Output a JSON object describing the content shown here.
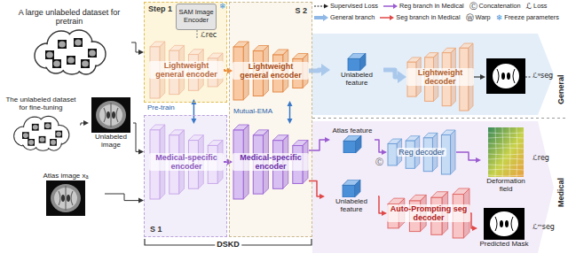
{
  "diagram": {
    "nodes": [
      {
        "text": [
          "Step 1"
        ]
      },
      {
        "text": [
          "SAM Image Encoder"
        ],
        "in": 0
      },
      {
        "text": [
          "Lightweight general encoder"
        ],
        "in": 0
      },
      {
        "text": [
          "S 1"
        ]
      },
      {
        "text": [
          "Medical-specific encoder"
        ],
        "in": 3
      },
      {
        "text": [
          "S 2"
        ]
      },
      {
        "text": [
          "Lightweight general encoder"
        ],
        "in": 5
      },
      {
        "text": [
          "Medical-specific encoder"
        ],
        "in": 5
      },
      {
        "text": [
          "Lightweight decoder"
        ]
      },
      {
        "text": [
          "Reg decoder"
        ]
      },
      {
        "text": [
          "Auto-Prompting seg decoder"
        ]
      },
      {
        "text": [
          "Unlabeled feature"
        ]
      },
      {
        "text": [
          "Atlas feature"
        ]
      },
      {
        "text": [
          "Unlabeled feature"
        ]
      },
      {
        "text": [
          "Deformation field"
        ]
      },
      {
        "text": [
          "Predicted Mask"
        ]
      },
      {
        "text": [
          "Unlabeled image"
        ]
      },
      {
        "text": [
          "Atlas image xₐ"
        ]
      },
      {
        "text": [
          "A large unlabeled dataset for pretrain"
        ]
      },
      {
        "text": [
          "The unlabeled dataset for fine-tuning"
        ]
      }
    ],
    "edges": [
      {
        "from": 18,
        "to": 0,
        "arrow": "to"
      },
      {
        "from": 19,
        "to": 16,
        "arrow": "to"
      },
      {
        "from": 16,
        "to": 3,
        "arrow": "to"
      },
      {
        "from": 17,
        "to": 3,
        "arrow": "to"
      },
      {
        "from": 2,
        "to": 4,
        "arrow": "both"
      },
      {
        "from": 6,
        "to": 7,
        "arrow": "both"
      },
      {
        "from": 2,
        "to": 6,
        "arrow": "to"
      },
      {
        "from": 4,
        "to": 7,
        "arrow": "to"
      },
      {
        "from": 6,
        "to": 11,
        "arrow": "to"
      },
      {
        "from": 11,
        "to": 8,
        "arrow": "to"
      },
      {
        "from": 7,
        "to": 12,
        "arrow": "to"
      },
      {
        "from": 7,
        "to": 13,
        "arrow": "to"
      },
      {
        "from": 12,
        "to": 9,
        "arrow": "to"
      },
      {
        "from": 13,
        "to": 10,
        "arrow": "to"
      },
      {
        "from": 9,
        "to": 14,
        "arrow": "to"
      },
      {
        "from": 10,
        "to": 15,
        "arrow": "to"
      }
    ],
    "labels": [
      "❄",
      "ℒrec",
      "Pre-train",
      "Mutual-EMA",
      "DSKD",
      "ℒᵍseg",
      "ℒreg",
      "ℒᵐseg",
      "General",
      "Medical",
      "Ⓒ",
      "Ⓒ",
      "ℒ",
      "Ⓦ",
      "❄"
    ],
    "legend": [
      {
        "text": "Supervised Loss"
      },
      {
        "text": "Reg branch in Medical"
      },
      {
        "text": "Concatenation"
      },
      {
        "text": "Loss"
      },
      {
        "text": "General branch"
      },
      {
        "text": "Seg branch in Medical"
      },
      {
        "text": "Warp"
      },
      {
        "text": "Freeze parameters"
      }
    ]
  }
}
